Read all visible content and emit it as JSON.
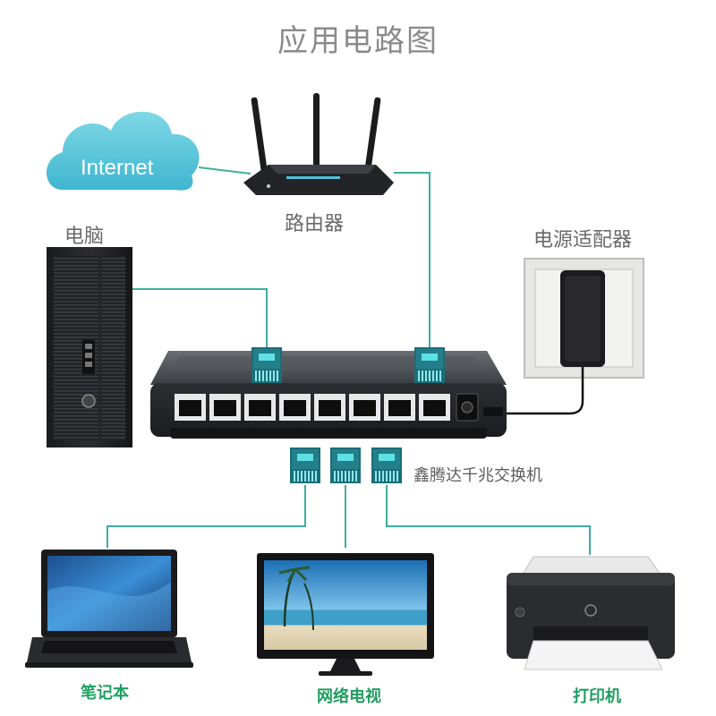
{
  "title": "应用电路图",
  "cloud": {
    "label": "Internet",
    "color": "#4ec3d9"
  },
  "router": {
    "label": "路由器"
  },
  "computer": {
    "label": "电脑"
  },
  "power_adapter": {
    "label": "电源适配器"
  },
  "switch": {
    "label": "鑫腾达千兆交换机",
    "port_count": 8
  },
  "devices": {
    "laptop": {
      "label": "笔记本"
    },
    "tv": {
      "label": "网络电视"
    },
    "printer": {
      "label": "打印机"
    }
  },
  "colors": {
    "line": "#3fae9e",
    "connector": "#1b6e78",
    "connector_light": "#5fe0e6",
    "device_label": "#1f9e62"
  }
}
